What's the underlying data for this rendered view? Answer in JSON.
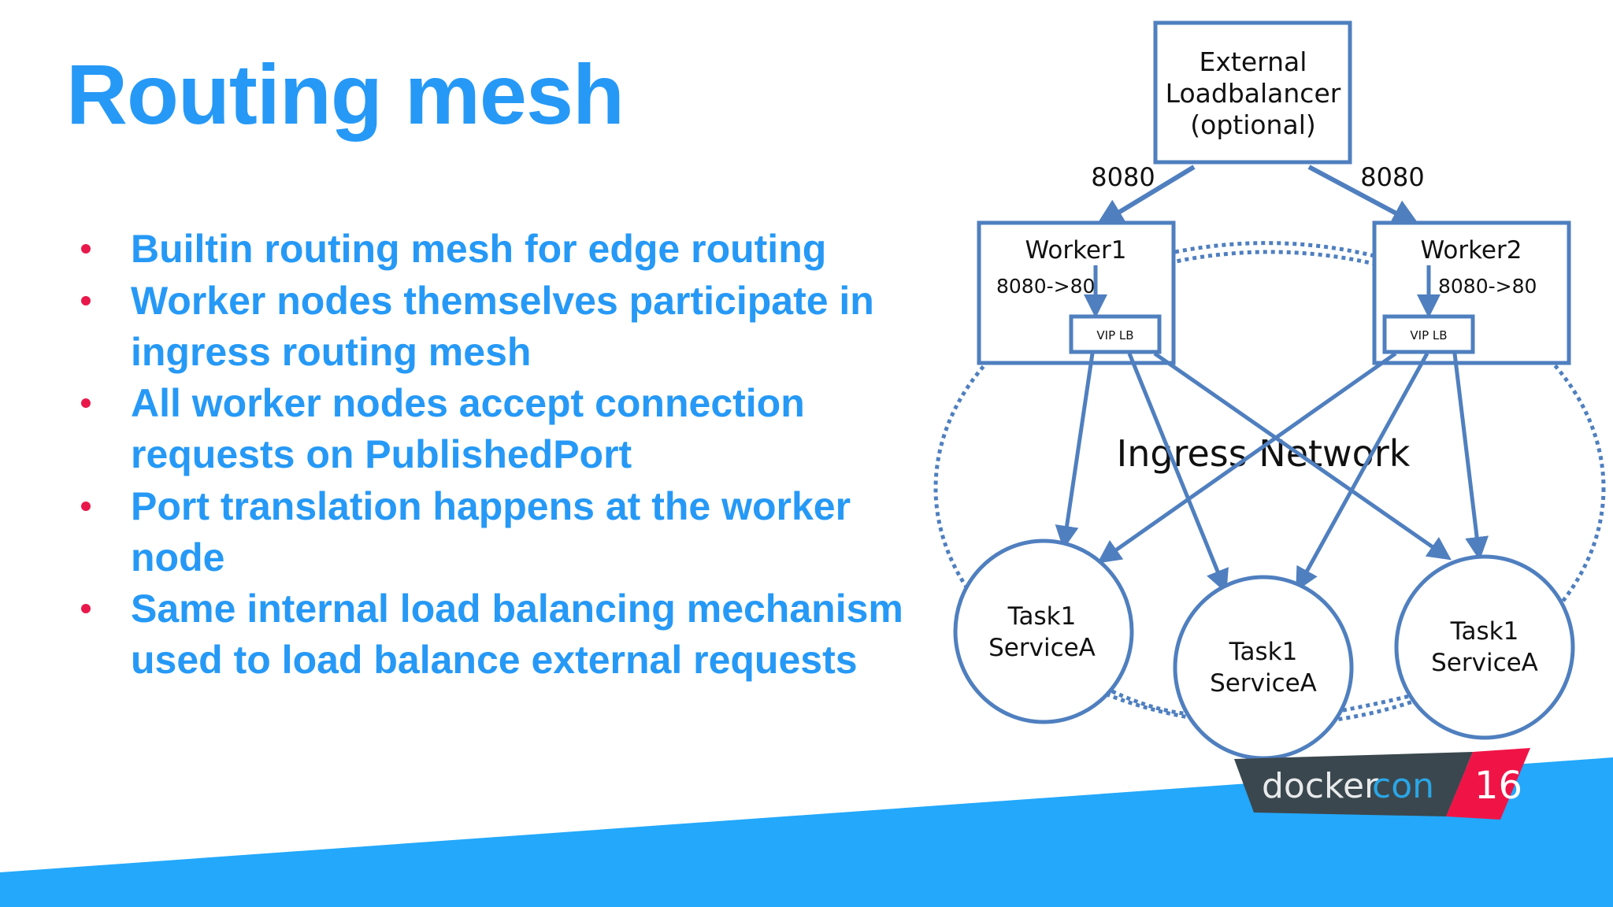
{
  "slide": {
    "title": "Routing mesh",
    "bullets": [
      {
        "lines": [
          "Builtin routing mesh for edge routing"
        ]
      },
      {
        "lines": [
          "Worker nodes themselves participate in",
          "ingress routing mesh"
        ]
      },
      {
        "lines": [
          "All worker nodes accept connection",
          "requests on PublishedPort"
        ]
      },
      {
        "lines": [
          "Port translation happens at the worker",
          "node"
        ]
      },
      {
        "lines": [
          "Same internal load balancing mechanism",
          "used to load balance external requests"
        ]
      }
    ]
  },
  "diagram": {
    "external_lb": {
      "lines": [
        "External",
        "Loadbalancer",
        "(optional)"
      ]
    },
    "edge_labels": {
      "left_port": "8080",
      "right_port": "8080"
    },
    "workers": [
      {
        "name": "Worker1",
        "port_mapping": "8080->80",
        "vip_label": "VIP LB"
      },
      {
        "name": "Worker2",
        "port_mapping": "8080->80",
        "vip_label": "VIP LB"
      }
    ],
    "network_label": "Ingress Network",
    "tasks": [
      {
        "lines": [
          "Task1",
          "ServiceA"
        ]
      },
      {
        "lines": [
          "Task1",
          "ServiceA"
        ]
      },
      {
        "lines": [
          "Task1",
          "ServiceA"
        ]
      }
    ]
  },
  "branding": {
    "logo_word_1": "docker",
    "logo_word_2": "con",
    "logo_year": "16"
  },
  "colors": {
    "title": "#2699f6",
    "bullet_dot": "#e8194a",
    "diagram_stroke": "#4f7fbf",
    "footer_band": "#23a8fb",
    "logo_dark": "#3a474e",
    "logo_red": "#f01446",
    "logo_blue": "#2aa6e6"
  }
}
